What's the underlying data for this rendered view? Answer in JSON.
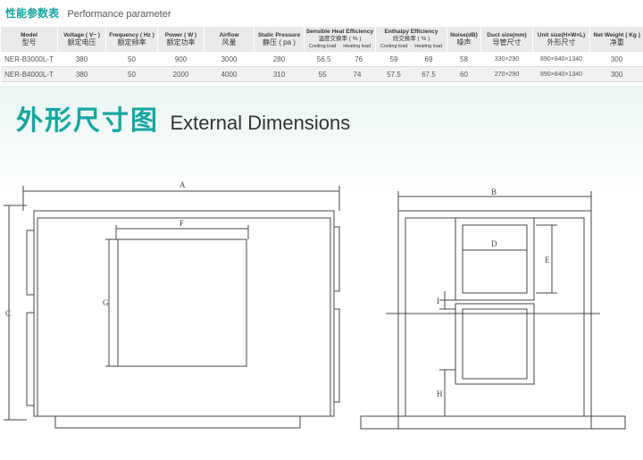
{
  "header": {
    "title_cn": "性能参数表",
    "title_en": "Performance parameter"
  },
  "table": {
    "columns": [
      {
        "en": "Model",
        "cn": "型号"
      },
      {
        "en": "Voltage ( V~ )",
        "cn": "额定电压"
      },
      {
        "en": "Frequency ( Hz )",
        "cn": "额定频率"
      },
      {
        "en": "Power ( W )",
        "cn": "额定功率"
      },
      {
        "en": "Airflow",
        "cn": "风量"
      },
      {
        "en": "Static Pressure",
        "cn": "静压 ( pa )"
      },
      {
        "en": "Sensible Heat Efficiency",
        "cn": "温度交换率 ( % )",
        "sub": [
          "Cooling load",
          "Heating load"
        ]
      },
      {
        "en": "Enthalpy Efficiency",
        "cn": "焓交换率 ( % )",
        "sub": [
          "Cooling load",
          "Heating load"
        ]
      },
      {
        "en": "Noise(dB)",
        "cn": "噪声"
      },
      {
        "en": "Duct size(mm)",
        "cn": "导管尺寸"
      },
      {
        "en": "Unit size(H×W×L)",
        "cn": "外形尺寸"
      },
      {
        "en": "Net Weight ( Kg )",
        "cn": "净重"
      }
    ],
    "rows": [
      {
        "model": "NER-B3000L-T",
        "voltage": "380",
        "frequency": "50",
        "power": "900",
        "airflow": "3000",
        "pressure": "280",
        "sensible_cool": "56.5",
        "sensible_heat": "76",
        "enthalpy_cool": "59",
        "enthalpy_heat": "69",
        "noise": "58",
        "duct": "330×290",
        "unit": "890×840×1340",
        "weight": "300"
      },
      {
        "model": "NER-B4000L-T",
        "voltage": "380",
        "frequency": "50",
        "power": "2000",
        "airflow": "4000",
        "pressure": "310",
        "sensible_cool": "55",
        "sensible_heat": "74",
        "enthalpy_cool": "57.5",
        "enthalpy_heat": "67.5",
        "noise": "60",
        "duct": "270×290",
        "unit": "890×840×1340",
        "weight": "300"
      }
    ]
  },
  "dimensions": {
    "title_cn": "外形尺寸图",
    "title_en": "External Dimensions"
  },
  "drawing_labels": {
    "a": "A",
    "b": "B",
    "c": "C",
    "d": "D",
    "e": "E",
    "f": "F",
    "g": "G",
    "h": "H",
    "i": "I"
  },
  "colors": {
    "accent": "#16a6a0",
    "line": "#444444"
  }
}
